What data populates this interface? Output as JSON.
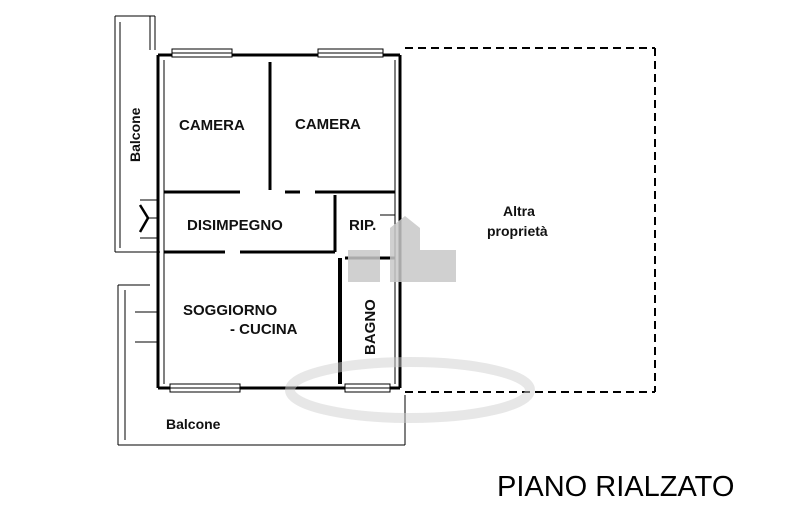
{
  "floor_plan": {
    "title": "PIANO RIALZATO",
    "rooms": [
      {
        "id": "camera-1",
        "label": "CAMERA"
      },
      {
        "id": "camera-2",
        "label": "CAMERA"
      },
      {
        "id": "disimpegno",
        "label": "DISIMPEGNO"
      },
      {
        "id": "ripostiglio",
        "label": "RIP."
      },
      {
        "id": "soggiorno",
        "label_line1": "SOGGIORNO",
        "label_line2": "- CUCINA"
      },
      {
        "id": "bagno",
        "label": "BAGNO"
      }
    ],
    "balcone_left": "Balcone",
    "balcone_bottom": "Balcone",
    "other_property_line1": "Altra",
    "other_property_line2": "proprietà"
  },
  "colors": {
    "ink": "#000000",
    "background": "#ffffff",
    "watermark": "#c8c8c8"
  },
  "icons": [
    "watermark-house-icon"
  ]
}
